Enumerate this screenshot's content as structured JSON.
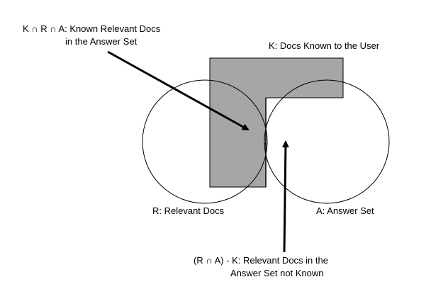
{
  "labels": {
    "known_relevant": [
      "K ∩ R ∩ A: Known Relevant Docs",
      "in the Answer Set"
    ],
    "known_user": "K: Docs Known to the User",
    "relevant": "R: Relevant Docs",
    "answer": "A: Answer Set",
    "unknown_relevant": [
      "(R ∩ A) - K: Relevant Docs in the",
      "Answer Set not Known"
    ]
  },
  "colors": {
    "known_region_fill": "#a6a6a6",
    "stroke": "#000000"
  }
}
